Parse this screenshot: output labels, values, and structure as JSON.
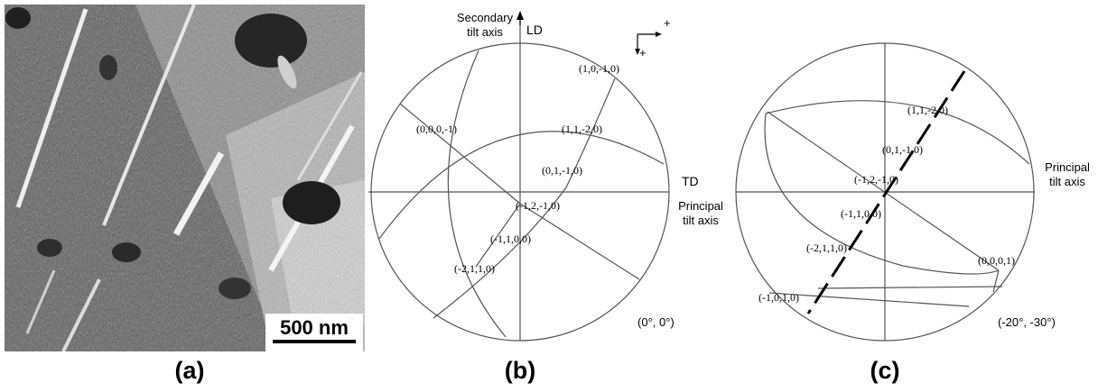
{
  "panels": {
    "a": {
      "label": "(a)",
      "scale_bar": "500 nm"
    },
    "b": {
      "label": "(b)",
      "axis_ld": "LD",
      "axis_td": "TD",
      "secondary_axis_line1": "Secondary",
      "secondary_axis_line2": "tilt axis",
      "principal_axis_line1": "Principal",
      "principal_axis_line2": "tilt axis",
      "sign_plus": "+",
      "tilt": "(0°, 0°)",
      "poles": {
        "p1": "(1,0,-1,0)",
        "p2": "(0,0,0,-1)",
        "p3": "(1,1,-2,0)",
        "p4": "(0,1,-1,0)",
        "p5": "(-1,2,-1,0)",
        "p6": "(-1,1,0,0)",
        "p7": "(-2,1,1,0)"
      }
    },
    "c": {
      "label": "(c)",
      "principal_axis_line1": "Principal",
      "principal_axis_line2": "tilt axis",
      "tilt": "(-20°, -30°)",
      "poles": {
        "p1": "(1,1,-2,0)",
        "p2": "(0,1,-1,0)",
        "p3": "(-1,2,-1,0)",
        "p4": "(-1,1,0,0)",
        "p5": "(-2,1,1,0)",
        "p6": "(0,0,0,1)",
        "p7": "(-1,0,1,0)"
      }
    }
  },
  "colors": {
    "micrograph_dark": "#1e1e1e",
    "micrograph_mid": "#5a5a5a",
    "micrograph_light": "#e8e8e8",
    "line": "#555555",
    "trace": "#000000"
  }
}
